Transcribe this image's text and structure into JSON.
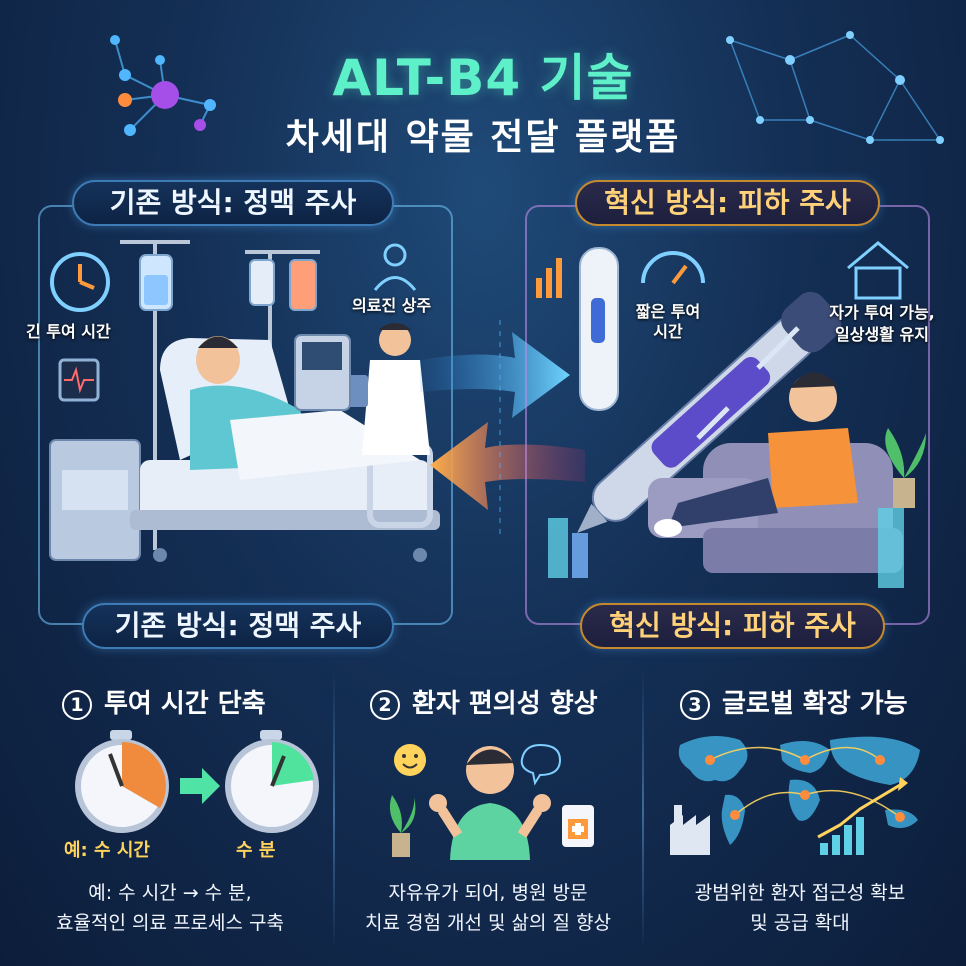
{
  "header": {
    "title": "ALT-B4 기술",
    "subtitle": "차세대 약물 전달 플랫폼"
  },
  "left_scene": {
    "banner_top": "기존 방식: 정맥 주사",
    "banner_bottom": "기존 방식: 정맥 주사",
    "label_long_time": "긴 투여 시간",
    "label_medical_staff": "의료진 상주"
  },
  "right_scene": {
    "banner_top": "혁신 방식: 피하 주사",
    "banner_bottom": "혁신 방식: 피하 주사",
    "label_short_time": "짧은 투여\n시간",
    "label_self_admin": "자가 투여 가능,\n일상생활 유지"
  },
  "features": [
    {
      "number": "1",
      "title": "투여 시간 단축",
      "caption_before": "예: 수 시간",
      "caption_after": "수 분",
      "description": "예: 수 시간 → 수 분,\n효율적인 의료 프로세스 구축"
    },
    {
      "number": "2",
      "title": "환자 편의성 향상",
      "description": "자유유가 되어, 병원 방문\n치료 경험 개선 및 삶의 질 향상"
    },
    {
      "number": "3",
      "title": "글로벌 확장 가능",
      "description": "광범위한 환자 접근성 확보\n및 공급 확대"
    }
  ],
  "colors": {
    "title": "#5ef0c8",
    "background": "#142f55",
    "arrow_blue": "#4fb6ff",
    "arrow_orange": "#ff9a3c",
    "accent_gold": "#ffd35c"
  },
  "icons": [
    "clock-icon",
    "person-icon",
    "stopwatch-icon",
    "smiley-icon",
    "world-map-icon",
    "factory-icon",
    "chart-icon",
    "house-icon",
    "plant-icon",
    "syringe-icon"
  ]
}
